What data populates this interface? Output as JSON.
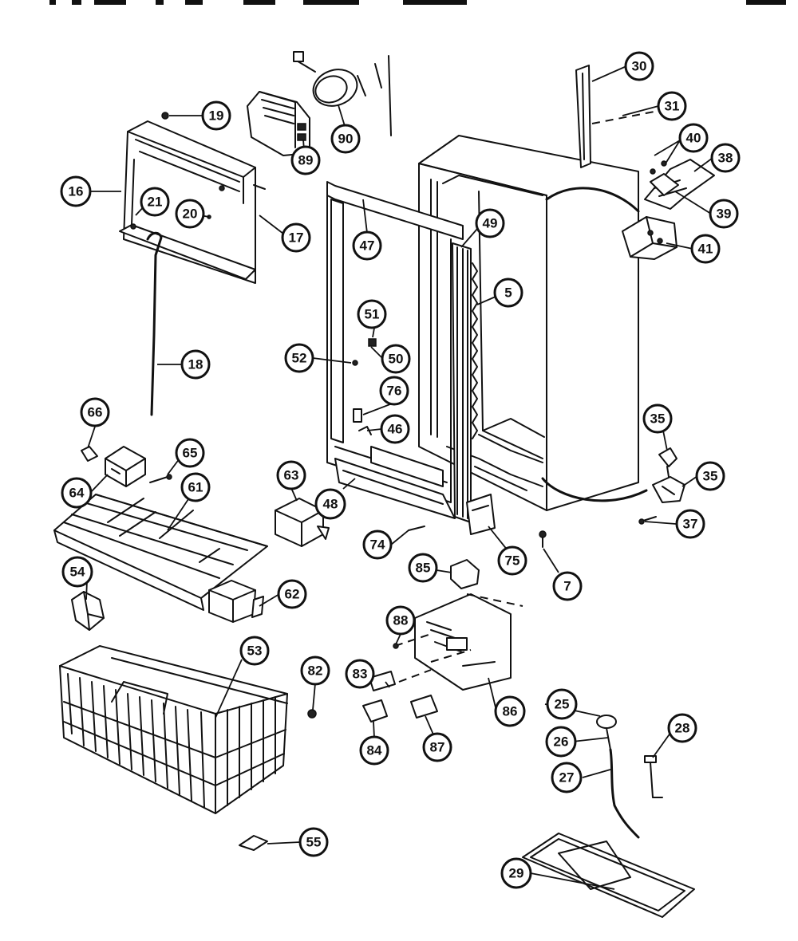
{
  "callouts": [
    {
      "label": "5"
    },
    {
      "label": "7"
    },
    {
      "label": "16"
    },
    {
      "label": "17"
    },
    {
      "label": "18"
    },
    {
      "label": "19"
    },
    {
      "label": "20"
    },
    {
      "label": "21"
    },
    {
      "label": "25"
    },
    {
      "label": "26"
    },
    {
      "label": "27"
    },
    {
      "label": "28"
    },
    {
      "label": "29"
    },
    {
      "label": "30"
    },
    {
      "label": "31"
    },
    {
      "label": "35"
    },
    {
      "label": "35"
    },
    {
      "label": "37"
    },
    {
      "label": "38"
    },
    {
      "label": "39"
    },
    {
      "label": "40"
    },
    {
      "label": "41"
    },
    {
      "label": "46"
    },
    {
      "label": "47"
    },
    {
      "label": "48"
    },
    {
      "label": "49"
    },
    {
      "label": "50"
    },
    {
      "label": "51"
    },
    {
      "label": "52"
    },
    {
      "label": "53"
    },
    {
      "label": "54"
    },
    {
      "label": "55"
    },
    {
      "label": "61"
    },
    {
      "label": "62"
    },
    {
      "label": "63"
    },
    {
      "label": "64"
    },
    {
      "label": "65"
    },
    {
      "label": "66"
    },
    {
      "label": "74"
    },
    {
      "label": "75"
    },
    {
      "label": "76"
    },
    {
      "label": "82"
    },
    {
      "label": "83"
    },
    {
      "label": "84"
    },
    {
      "label": "85"
    },
    {
      "label": "86"
    },
    {
      "label": "87"
    },
    {
      "label": "88"
    },
    {
      "label": "89"
    },
    {
      "label": "90"
    }
  ]
}
